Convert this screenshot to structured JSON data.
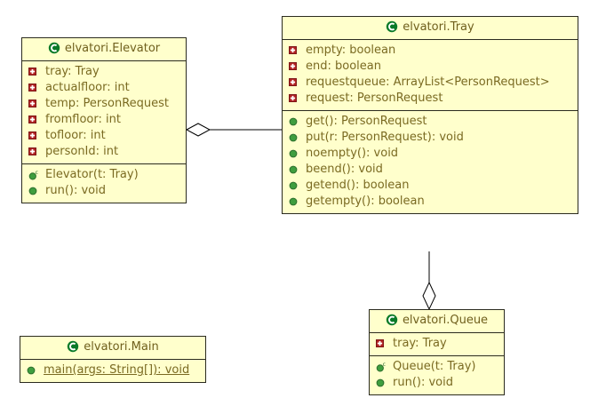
{
  "diagram": {
    "type": "uml-class-diagram",
    "background": "#ffffff",
    "class_fill": "#ffffcc",
    "border_color": "#2b2b1f",
    "text_color": "#7a6a22",
    "class_icon_color": "#0a7a28",
    "private_icon_color": "#b22222",
    "method_icon_color": "#3f9e3f"
  },
  "classes": {
    "elevator": {
      "name": "elvatori.Elevator",
      "icon": "class-icon",
      "fields": [
        {
          "marker": "private-icon",
          "text": "tray: Tray"
        },
        {
          "marker": "private-icon",
          "text": "actualfloor: int"
        },
        {
          "marker": "private-icon",
          "text": "temp: PersonRequest"
        },
        {
          "marker": "private-icon",
          "text": "fromfloor: int"
        },
        {
          "marker": "private-icon",
          "text": "tofloor: int"
        },
        {
          "marker": "private-icon",
          "text": "personId: int"
        }
      ],
      "methods": [
        {
          "marker": "constructor-icon",
          "text": "Elevator(t: Tray)",
          "static": false
        },
        {
          "marker": "method-icon",
          "text": "run(): void",
          "static": false
        }
      ]
    },
    "tray": {
      "name": "elvatori.Tray",
      "icon": "class-icon",
      "fields": [
        {
          "marker": "private-icon",
          "text": "empty: boolean"
        },
        {
          "marker": "private-icon",
          "text": "end: boolean"
        },
        {
          "marker": "private-icon",
          "text": "requestqueue: ArrayList<PersonRequest>"
        },
        {
          "marker": "private-icon",
          "text": "request: PersonRequest"
        }
      ],
      "methods": [
        {
          "marker": "method-icon",
          "text": "get(): PersonRequest",
          "static": false
        },
        {
          "marker": "method-icon",
          "text": "put(r: PersonRequest): void",
          "static": false
        },
        {
          "marker": "method-icon",
          "text": "noempty(): void",
          "static": false
        },
        {
          "marker": "method-icon",
          "text": "beend(): void",
          "static": false
        },
        {
          "marker": "method-icon",
          "text": "getend(): boolean",
          "static": false
        },
        {
          "marker": "method-icon",
          "text": "getempty(): boolean",
          "static": false
        }
      ]
    },
    "queue": {
      "name": "elvatori.Queue",
      "icon": "class-icon",
      "fields": [
        {
          "marker": "private-icon",
          "text": "tray: Tray"
        }
      ],
      "methods": [
        {
          "marker": "constructor-icon",
          "text": "Queue(t: Tray)",
          "static": false
        },
        {
          "marker": "method-icon",
          "text": "run(): void",
          "static": false
        }
      ]
    },
    "main": {
      "name": "elvatori.Main",
      "icon": "class-icon",
      "fields": [],
      "methods": [
        {
          "marker": "method-icon",
          "text": "main(args: String[]): void",
          "static": true
        }
      ]
    }
  },
  "relationships": [
    {
      "kind": "aggregation",
      "from": "elvatori.Tray",
      "to": "elvatori.Elevator",
      "diamond": "hollow",
      "diamond_at": "elvatori.Elevator"
    },
    {
      "kind": "aggregation",
      "from": "elvatori.Tray",
      "to": "elvatori.Queue",
      "diamond": "hollow",
      "diamond_at": "elvatori.Queue"
    }
  ]
}
